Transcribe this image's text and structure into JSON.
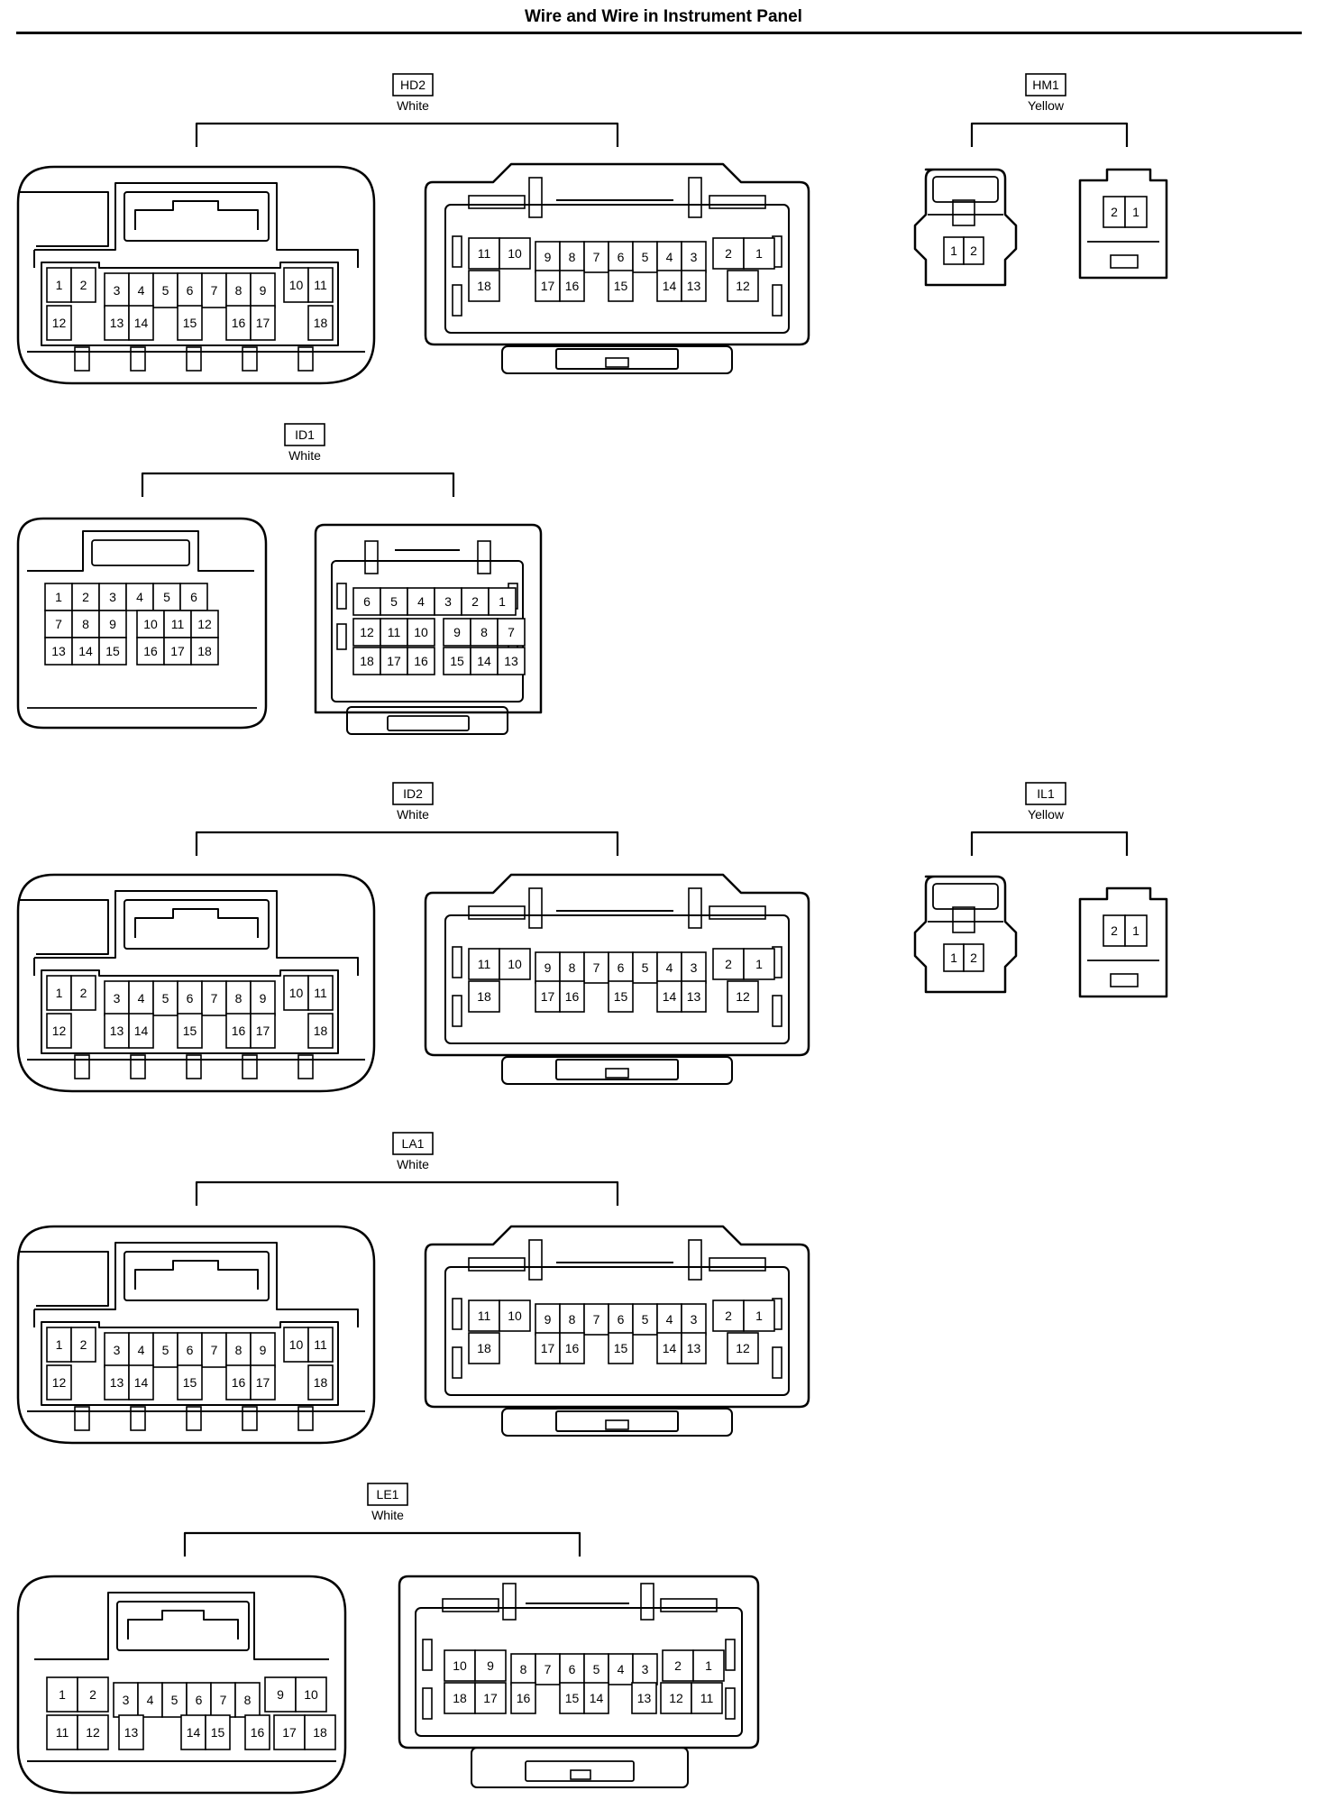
{
  "page": {
    "title": "Wire and Wire in Instrument Panel"
  },
  "connectors": [
    {
      "code": "HD2",
      "color": "White",
      "kind": "pair20",
      "female": {
        "top": [
          "1",
          "2",
          "3",
          "4",
          "5",
          "6",
          "7",
          "8",
          "9",
          "10",
          "11"
        ],
        "bottom": [
          "12",
          "13",
          "14",
          "15",
          "16",
          "17",
          "18"
        ]
      },
      "male": {
        "top": [
          "11",
          "10",
          "9",
          "8",
          "7",
          "6",
          "5",
          "4",
          "3",
          "2",
          "1"
        ],
        "bottom": [
          "18",
          "17",
          "16",
          "15",
          "14",
          "13",
          "12"
        ]
      }
    },
    {
      "code": "HM1",
      "color": "Yellow",
      "kind": "pair2",
      "female": [
        "1",
        "2"
      ],
      "male": [
        "2",
        "1"
      ]
    },
    {
      "code": "ID1",
      "color": "White",
      "kind": "pair18",
      "female": {
        "row1": [
          "1",
          "2",
          "3",
          "4",
          "5",
          "6"
        ],
        "row2": [
          "7",
          "8",
          "9",
          "10",
          "11",
          "12"
        ],
        "row3": [
          "13",
          "14",
          "15",
          "16",
          "17",
          "18"
        ]
      },
      "male": {
        "row1": [
          "6",
          "5",
          "4",
          "3",
          "2",
          "1"
        ],
        "row2": [
          "12",
          "11",
          "10",
          "9",
          "8",
          "7"
        ],
        "row3": [
          "18",
          "17",
          "16",
          "15",
          "14",
          "13"
        ]
      }
    },
    {
      "code": "ID2",
      "color": "White",
      "kind": "pair20",
      "female": {
        "top": [
          "1",
          "2",
          "3",
          "4",
          "5",
          "6",
          "7",
          "8",
          "9",
          "10",
          "11"
        ],
        "bottom": [
          "12",
          "13",
          "14",
          "15",
          "16",
          "17",
          "18"
        ]
      },
      "male": {
        "top": [
          "11",
          "10",
          "9",
          "8",
          "7",
          "6",
          "5",
          "4",
          "3",
          "2",
          "1"
        ],
        "bottom": [
          "18",
          "17",
          "16",
          "15",
          "14",
          "13",
          "12"
        ]
      }
    },
    {
      "code": "IL1",
      "color": "Yellow",
      "kind": "pair2",
      "female": [
        "1",
        "2"
      ],
      "male": [
        "2",
        "1"
      ]
    },
    {
      "code": "LA1",
      "color": "White",
      "kind": "pair20",
      "female": {
        "top": [
          "1",
          "2",
          "3",
          "4",
          "5",
          "6",
          "7",
          "8",
          "9",
          "10",
          "11"
        ],
        "bottom": [
          "12",
          "13",
          "14",
          "15",
          "16",
          "17",
          "18"
        ]
      },
      "male": {
        "top": [
          "11",
          "10",
          "9",
          "8",
          "7",
          "6",
          "5",
          "4",
          "3",
          "2",
          "1"
        ],
        "bottom": [
          "18",
          "17",
          "16",
          "15",
          "14",
          "13",
          "12"
        ]
      }
    },
    {
      "code": "LE1",
      "color": "White",
      "kind": "pair18w",
      "female": {
        "top": [
          "1",
          "2",
          "3",
          "4",
          "5",
          "6",
          "7",
          "8",
          "9",
          "10"
        ],
        "bottom": [
          "11",
          "12",
          "13",
          "14",
          "15",
          "16",
          "17",
          "18"
        ]
      },
      "male": {
        "top": [
          "10",
          "9",
          "8",
          "7",
          "6",
          "5",
          "4",
          "3",
          "2",
          "1"
        ],
        "bottom": [
          "18",
          "17",
          "16",
          "15",
          "14",
          "13",
          "12",
          "11"
        ]
      }
    }
  ]
}
